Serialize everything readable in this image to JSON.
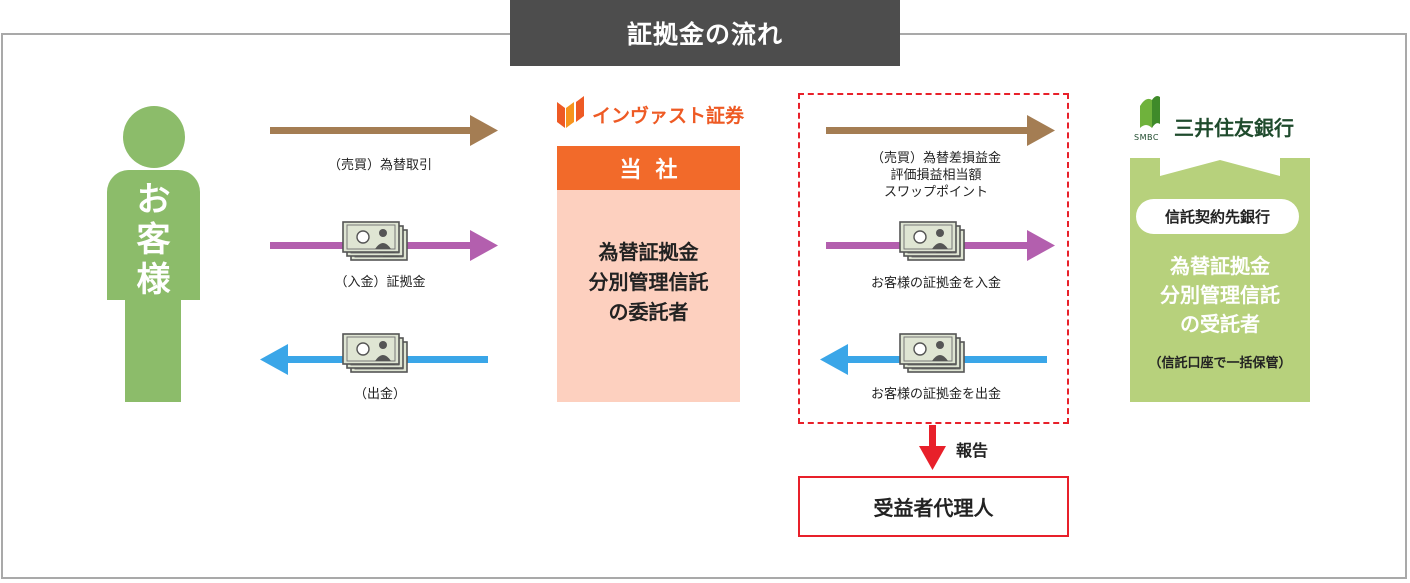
{
  "title": "証拠金の流れ",
  "customer": {
    "label_chars": [
      "お",
      "客",
      "様"
    ]
  },
  "flows_left": {
    "trade": "（売買）為替取引",
    "deposit": "（入金）証拠金",
    "withdraw": "（出金）"
  },
  "company": {
    "logo": "インヴァスト証券",
    "header": "当社",
    "line1": "為替証拠金",
    "line2": "分別管理信託",
    "line3": "の委託者"
  },
  "flows_right": {
    "trade_line1": "（売買）為替差損益金",
    "trade_line2": "評価損益相当額",
    "trade_line3": "スワップポイント",
    "deposit": "お客様の証拠金を入金",
    "withdraw": "お客様の証拠金を出金"
  },
  "report": "報告",
  "beneficiary": "受益者代理人",
  "bank": {
    "name": "三井住友銀行",
    "logo_sub": "SMBC",
    "trust_bank": "信託契約先銀行",
    "line1": "為替証拠金",
    "line2": "分別管理信託",
    "line3": "の受託者",
    "note": "（信託口座で一括保管）"
  },
  "colors": {
    "title_bg": "#4d4d4d",
    "customer_green": "#8cbc6a",
    "trade_arrow": "#a47d53",
    "deposit_arrow": "#b35fae",
    "withdraw_arrow": "#3aa6e8",
    "company_orange": "#f26a2a",
    "company_peach": "#fdd0bf",
    "red": "#e8202a",
    "bank_green": "#b7d17c"
  }
}
